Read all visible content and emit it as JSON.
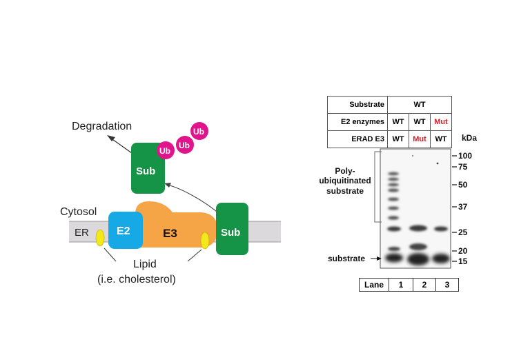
{
  "schematic": {
    "degradation": "Degradation",
    "cytosol": "Cytosol",
    "er": "ER",
    "e2": "E2",
    "e3": "E3",
    "sub_top": "Sub",
    "sub_membrane": "Sub",
    "ub_labels": [
      "Ub",
      "Ub",
      "Ub"
    ],
    "lipid_line1": "Lipid",
    "lipid_line2": "(i.e. cholesterol)",
    "colors": {
      "membrane": "#dcd9dc",
      "e2": "#17a9e6",
      "e3": "#f5a545",
      "sub": "#159447",
      "ub": "#e0158c",
      "lipid": "#f3e81c"
    }
  },
  "blot": {
    "table": {
      "substrate_label": "Substrate",
      "substrate_value": "WT",
      "e2_label": "E2 enzymes",
      "e2_values": [
        "WT",
        "WT",
        "Mut"
      ],
      "e3_label": "ERAD E3",
      "e3_values": [
        "WT",
        "Mut",
        "WT"
      ]
    },
    "kda_label": "kDa",
    "markers": [
      "100",
      "75",
      "50",
      "37",
      "25",
      "20",
      "15"
    ],
    "poly_label_lines": [
      "Poly-",
      "ubiquitinated",
      "substrate"
    ],
    "substrate_label": "substrate",
    "lane_label": "Lane",
    "lanes": [
      "1",
      "2",
      "3"
    ],
    "colors": {
      "mutant_text": "#d0202a"
    }
  }
}
